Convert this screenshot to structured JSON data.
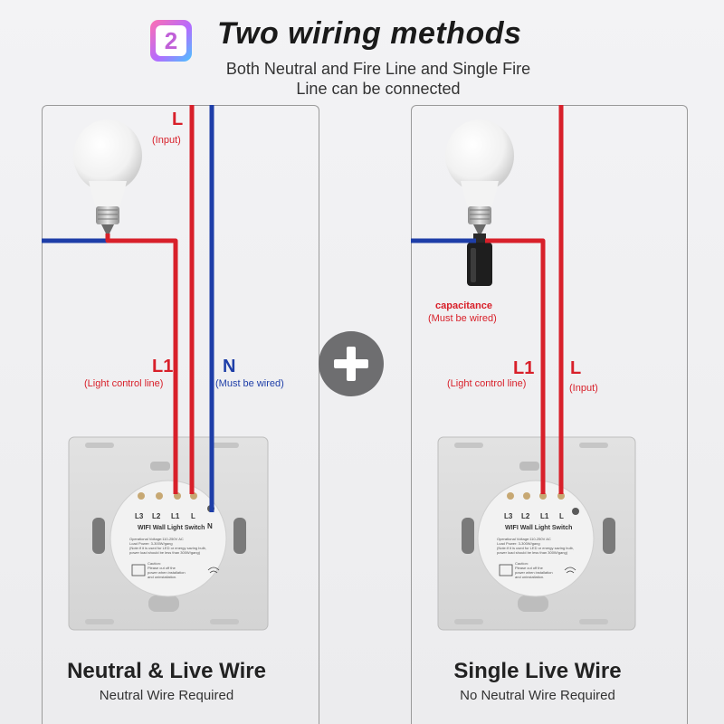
{
  "header": {
    "badge_number": "2",
    "title": "Two wiring methods",
    "subtitle_line1": "Both Neutral and Fire Line and Single Fire",
    "subtitle_line2": "Line can be connected"
  },
  "colors": {
    "live": "#d8202a",
    "neutral": "#1e3ea8",
    "panel": "#dcdcdc",
    "plus": "#6e6e70"
  },
  "left": {
    "wire_L": "L",
    "wire_L_note": "(Input)",
    "wire_L1": "L1",
    "wire_L1_note": "(Light control line)",
    "wire_N": "N",
    "wire_N_note": "(Must be wired)",
    "caption_title": "Neutral & Live Wire",
    "caption_sub": "Neutral Wire Required",
    "switch": {
      "terminals": [
        "L3",
        "L2",
        "L1",
        "L",
        "N"
      ],
      "name": "WIFI Wall Light Switch",
      "spec_line1": "Operational Voltage:110-250V AC",
      "spec_line2": "Load Power: 3-300W/gang",
      "spec_line3": "(Note:if it is used for LED or energy saving bulb,",
      "spec_line4": "power load should be less than 300W/gang)",
      "caution_line1": "Caution:",
      "caution_line2": "Please cut off the",
      "caution_line3": "power when installation",
      "caution_line4": "and uninstallation."
    }
  },
  "right": {
    "capacitance": "capacitance",
    "capacitance_note": "(Must be wired)",
    "wire_L1": "L1",
    "wire_L1_note": "(Light control line)",
    "wire_L": "L",
    "wire_L_note": "(Input)",
    "caption_title": "Single Live Wire",
    "caption_sub": "No Neutral Wire Required",
    "switch": {
      "terminals": [
        "L3",
        "L2",
        "L1",
        "L"
      ],
      "name": "WIFI Wall Light Switch",
      "spec_line1": "Operational Voltage:110-250V AC",
      "spec_line2": "Load Power: 3-300W/gang",
      "spec_line3": "(Note:if it is used for LED or energy saving bulb,",
      "spec_line4": "power load should be less than 300W/gang)",
      "caution_line1": "Caution:",
      "caution_line2": "Please cut off the",
      "caution_line3": "power when installation",
      "caution_line4": "and uninstallation."
    }
  }
}
